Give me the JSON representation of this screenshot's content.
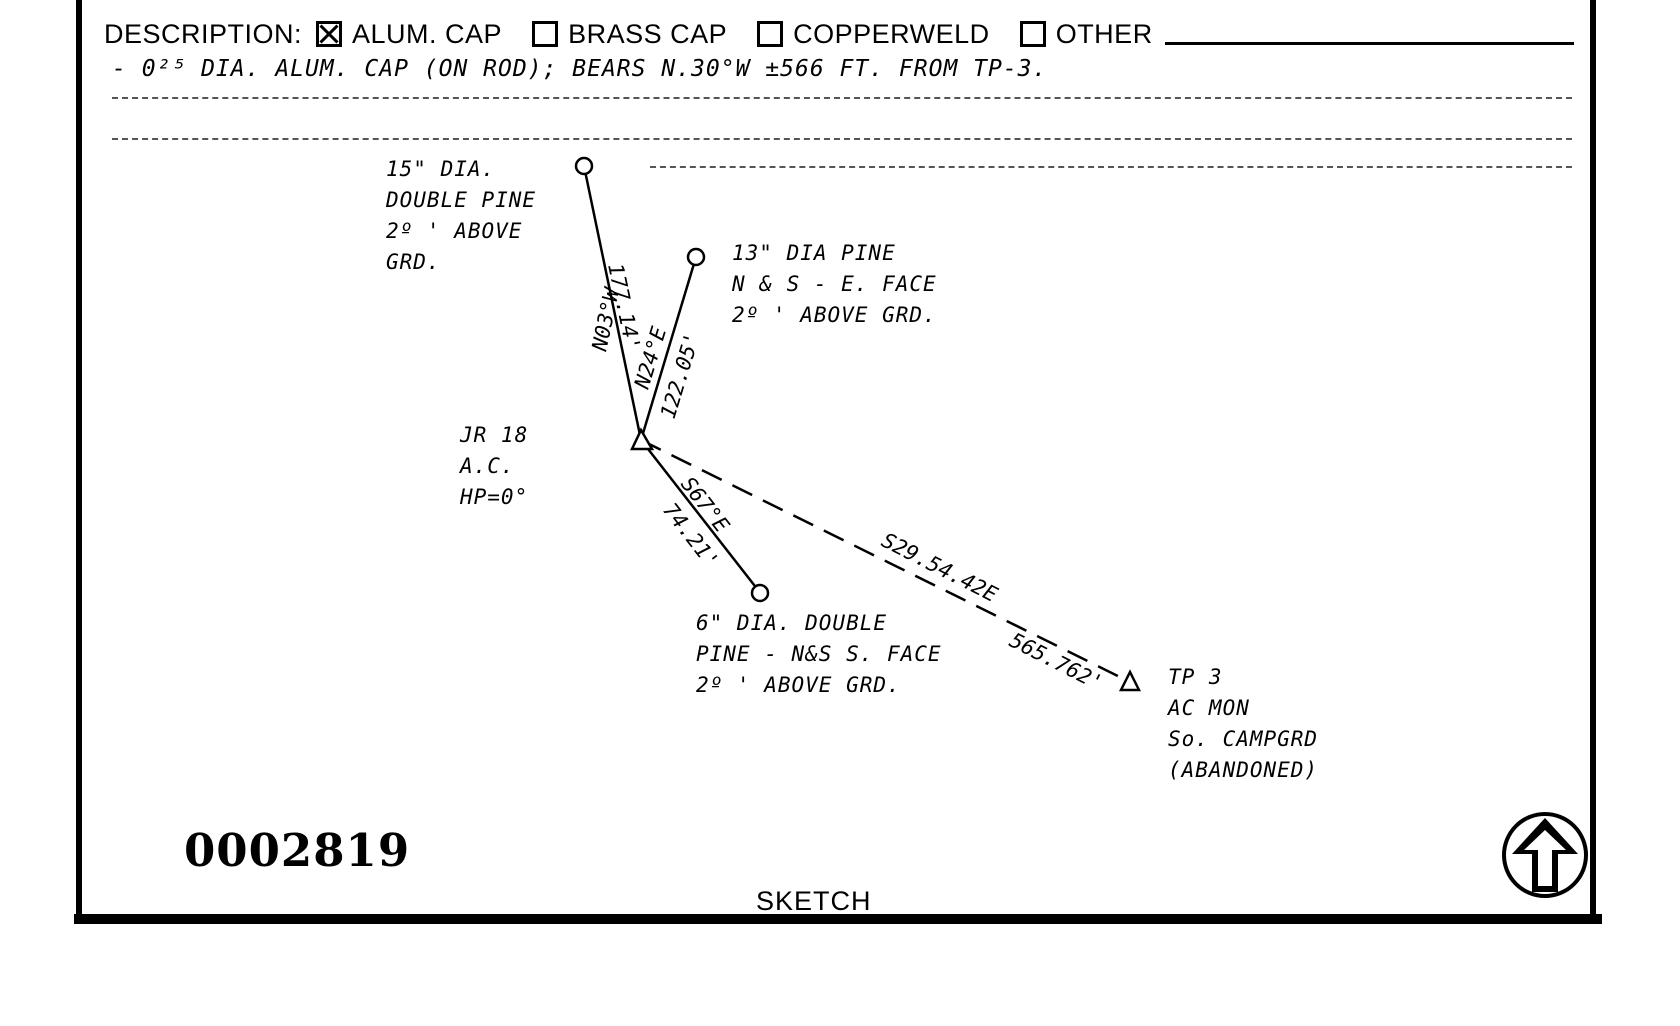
{
  "description": {
    "label": "DESCRIPTION:",
    "options": [
      {
        "label": "ALUM. CAP",
        "checked": true
      },
      {
        "label": "BRASS CAP",
        "checked": false
      },
      {
        "label": "COPPERWELD",
        "checked": false
      },
      {
        "label": "OTHER",
        "checked": false
      }
    ]
  },
  "note": "- 0²⁵ DIA. ALUM. CAP (ON ROD); BEARS N.30°W ±566 FT. FROM TP-3.",
  "sketch": {
    "station": "JR 18\nA.C.\nHP=0°",
    "tree_15": "15\" DIA.\nDOUBLE PINE\n2º ' ABOVE\nGRD.",
    "tree_13": "13\" DIA PINE\nN & S - E. FACE\n2º ' ABOVE GRD.",
    "tree_6": "6\" DIA. DOUBLE\nPINE - N&S S. FACE\n2º ' ABOVE GRD.",
    "tp3": "TP 3\nAC MON\nSo. CAMPGRD\n(ABANDONED)",
    "bearing_15": "N03°W",
    "dist_15": "177.14'",
    "bearing_13": "N24°E",
    "dist_13": "122.05'",
    "bearing_6": "S67°E",
    "dist_6": "74.21'",
    "bearing_tp3": "S29.54.42E",
    "dist_tp3": "565.762'"
  },
  "serial": "0002819",
  "caption": "SKETCH",
  "icons": {
    "north_arrow": "north-arrow-icon"
  }
}
